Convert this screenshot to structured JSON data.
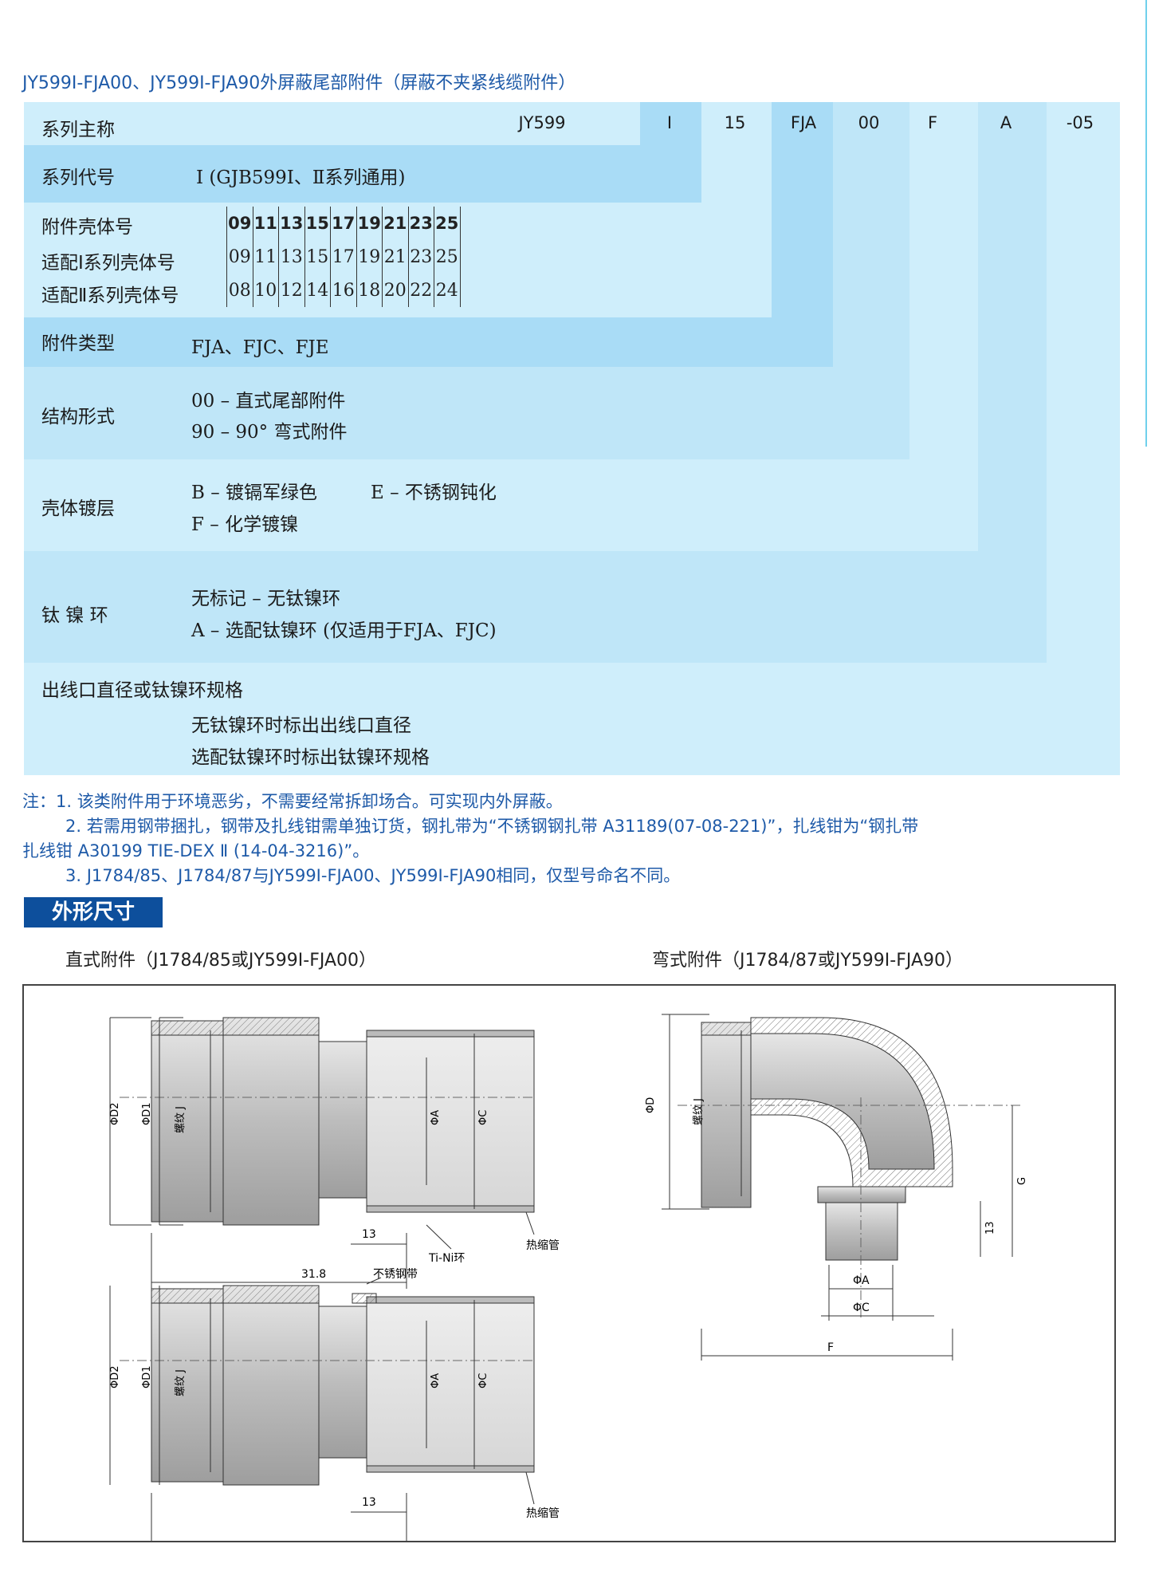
{
  "title": "JY599Ⅰ-FJA00、JY599Ⅰ-FJA90外屏蔽尾部附件（屏蔽不夹紧线缆附件）",
  "ordering": {
    "series_name_label": "系列主称",
    "part_code": [
      "JY599",
      "Ⅰ",
      "15",
      "FJA",
      "00",
      "F",
      "A",
      "-05"
    ],
    "series_code_label": "系列代号",
    "series_code_value": "Ⅰ (GJB599Ⅰ、Ⅱ系列通用)",
    "shell_rows": [
      {
        "label": "附件壳体号",
        "values": [
          "09",
          "11",
          "13",
          "15",
          "17",
          "19",
          "21",
          "23",
          "25"
        ]
      },
      {
        "label": "适配Ⅰ系列壳体号",
        "values": [
          "09",
          "11",
          "13",
          "15",
          "17",
          "19",
          "21",
          "23",
          "25"
        ]
      },
      {
        "label": "适配Ⅱ系列壳体号",
        "values": [
          "08",
          "10",
          "12",
          "14",
          "16",
          "18",
          "20",
          "22",
          "24"
        ]
      }
    ],
    "accessory_type_label": "附件类型",
    "accessory_type_value": "FJA、FJC、FJE",
    "structure_label": "结构形式",
    "structure_values": [
      "00 – 直式尾部附件",
      "90 – 90° 弯式附件"
    ],
    "plating_label": "壳体镀层",
    "plating_values": [
      "B – 镀镉军绿色",
      "E – 不锈钢钝化",
      "F – 化学镀镍"
    ],
    "ring_label": "钛 镍 环",
    "ring_values": [
      "无标记 – 无钛镍环",
      "A – 选配钛镍环 (仅适用于FJA、FJC)"
    ],
    "outlet_label": "出线口直径或钛镍环规格",
    "outlet_values": [
      "无钛镍环时标出出线口直径",
      "选配钛镍环时标出钛镍环规格"
    ]
  },
  "notes": [
    "注：1. 该类附件用于环境恶劣，不需要经常拆卸场合。可实现内外屏蔽。",
    "2. 若需用钢带捆扎，钢带及扎线钳需单独订货，钢扎带为“不锈钢钢扎带 A31189(07-08-221)”，扎线钳为“钢扎带",
    "扎线钳 A30199 TIE-DEX Ⅱ (14-04-3216)”。",
    "3. J1784/85、J1784/87与JY599Ⅰ-FJA00、JY599Ⅰ-FJA90相同，仅型号命名不同。"
  ],
  "section_title": "外形尺寸",
  "straight_title": "直式附件（J1784/85或JY599I-FJA00）",
  "elbow_title": "弯式附件（J1784/87或JY599I-FJA90）",
  "drawing_labels": {
    "d2": "ΦD2",
    "d1": "ΦD1",
    "thread": "螺纹 J",
    "a": "ΦA",
    "c": "ΦC",
    "dim13": "13",
    "dim318": "31.8",
    "tini": "Ti-Ni环",
    "heat": "热缩管",
    "band": "不锈钢带",
    "d": "ΦD",
    "g": "G",
    "f": "F"
  },
  "colors": {
    "band_main": "#cfeefb",
    "band_dark": "#a9dcf6",
    "band_third": "#bfe6f8",
    "title_blue": "#1e5aa8",
    "tag_bg": "#0d4f9c"
  }
}
